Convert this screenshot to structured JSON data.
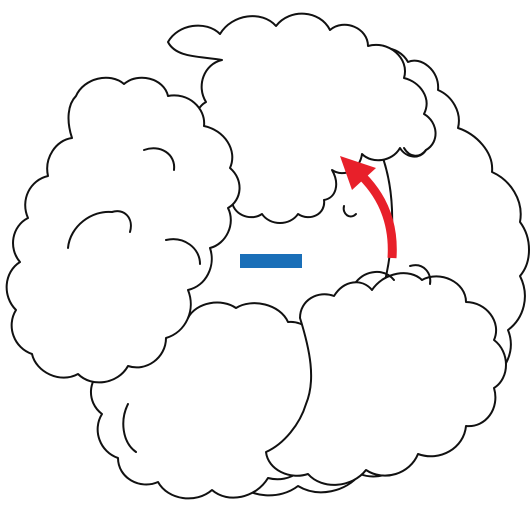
{
  "puzzle": {
    "piece_count": 4,
    "center_marker": {
      "shape": "minus-bar",
      "color": "#1a6fb8"
    },
    "rotation_hint": {
      "direction": "counterclockwise",
      "icon": "curved-arrow-icon",
      "color": "#e8202a"
    },
    "outline_color": "#111111",
    "fill_color": "#ffffff"
  }
}
